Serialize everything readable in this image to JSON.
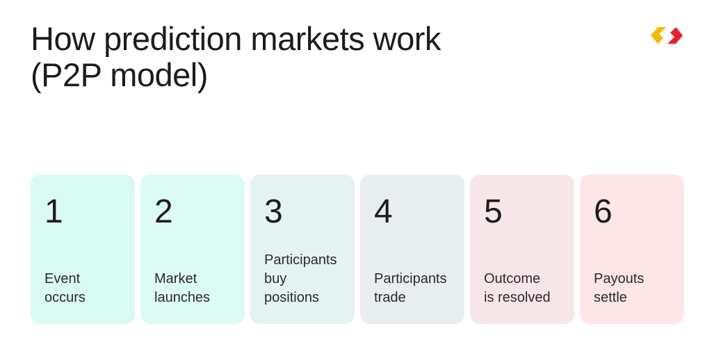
{
  "title": {
    "line1": "How prediction markets work",
    "line2": "(P2P model)"
  },
  "logo": {
    "icon": "brand-logo-icon",
    "colors": [
      "#f5b800",
      "#e3262e"
    ]
  },
  "steps": [
    {
      "number": "1",
      "lines": [
        "Event",
        "occurs"
      ],
      "color": "#d9faf3"
    },
    {
      "number": "2",
      "lines": [
        "Market",
        "launches"
      ],
      "color": "#dcfbf4"
    },
    {
      "number": "3",
      "lines": [
        "Participants",
        "buy",
        "positions"
      ],
      "color": "#e3f3f1"
    },
    {
      "number": "4",
      "lines": [
        "Participants",
        "trade"
      ],
      "color": "#e8edf0"
    },
    {
      "number": "5",
      "lines": [
        "Outcome",
        "is resolved"
      ],
      "color": "#f7e6e9"
    },
    {
      "number": "6",
      "lines": [
        "Payouts",
        "settle"
      ],
      "color": "#fde5e8"
    }
  ]
}
